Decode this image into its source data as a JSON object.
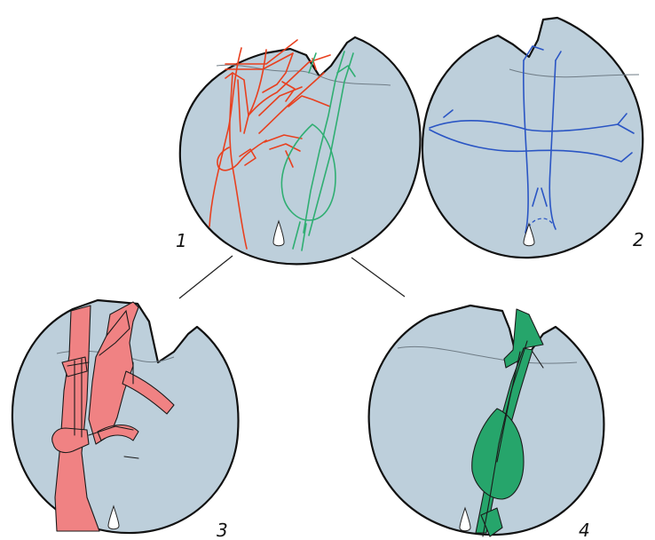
{
  "panels": [
    {
      "id": "1",
      "label": "1"
    },
    {
      "id": "2",
      "label": "2"
    },
    {
      "id": "3",
      "label": "3"
    },
    {
      "id": "4",
      "label": "4"
    }
  ],
  "colors": {
    "disc_fill": "#bdcfdb",
    "disc_outline": "#111111",
    "red_lines": "#e8401f",
    "green_lines": "#2fae72",
    "blue_lines": "#2a55c4",
    "red_fill": "#f08283",
    "green_fill": "#26a56b"
  },
  "icons": {
    "orientation_marker": "white-teardrop-marker"
  }
}
